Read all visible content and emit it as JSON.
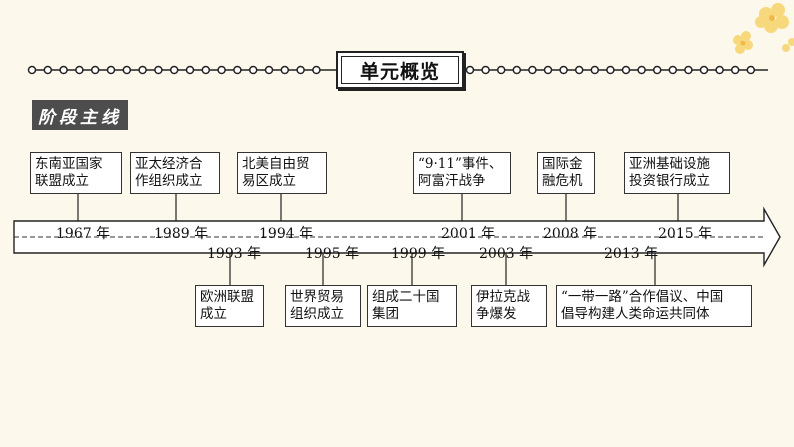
{
  "header": {
    "title": "单元概览"
  },
  "section": {
    "title": "阶段主线"
  },
  "timeline": {
    "upper_events": [
      {
        "text": "东南亚国家联盟成立",
        "lines": [
          "东南亚国家",
          "联盟成立"
        ],
        "year": "1967 年"
      },
      {
        "text": "亚太经济合作组织成立",
        "lines": [
          "亚太经济合",
          "作组织成立"
        ],
        "year": "1989 年"
      },
      {
        "text": "北美自由贸易区成立",
        "lines": [
          "北美自由贸",
          "易区成立"
        ],
        "year": "1994 年"
      },
      {
        "text": "“9·11”事件、阿富汗战争",
        "lines": [
          "“9·11”事件、",
          "阿富汗战争"
        ],
        "year": "2001 年"
      },
      {
        "text": "国际金融危机",
        "lines": [
          "国际金",
          "融危机"
        ],
        "year": "2008 年"
      },
      {
        "text": "亚洲基础设施投资银行成立",
        "lines": [
          "亚洲基础设施",
          "投资银行成立"
        ],
        "year": "2015 年"
      }
    ],
    "lower_events": [
      {
        "text": "欧洲联盟成立",
        "lines": [
          "欧洲联盟",
          "成立"
        ],
        "year": "1993 年"
      },
      {
        "text": "世界贸易组织成立",
        "lines": [
          "世界贸易",
          "组织成立"
        ],
        "year": "1995 年"
      },
      {
        "text": "组成二十国集团",
        "lines": [
          "组成二十国",
          "集团"
        ],
        "year": "1999 年"
      },
      {
        "text": "伊拉克战争爆发",
        "lines": [
          "伊拉克战",
          "争爆发"
        ],
        "year": "2003 年"
      },
      {
        "text": "“一带一路”合作倡议、中国倡导构建人类命运共同体",
        "lines": [
          "“一带一路”合作倡议、中国",
          "倡导构建人类命运共同体"
        ],
        "year": "2013 年"
      }
    ]
  }
}
